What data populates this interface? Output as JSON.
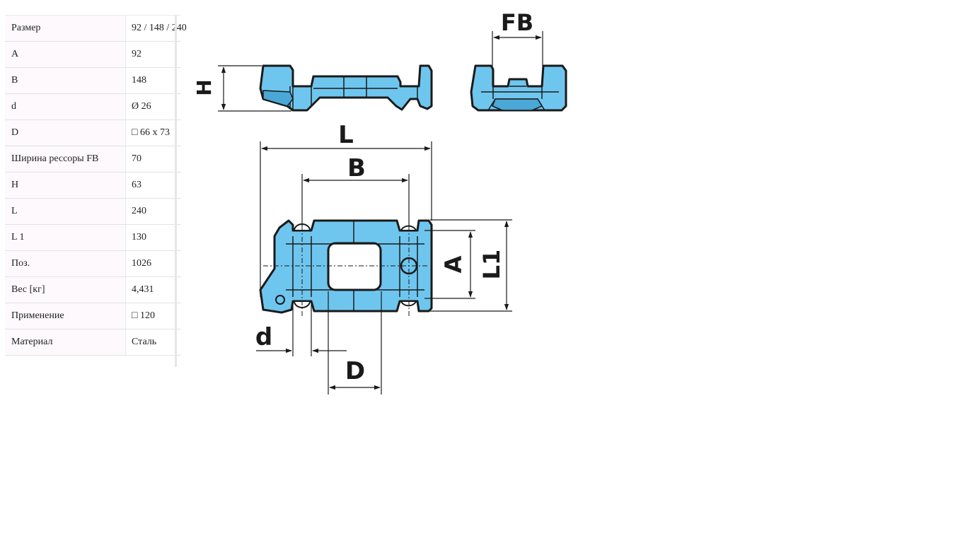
{
  "specs": [
    {
      "label": "Размер",
      "value": "92 / 148 / 240"
    },
    {
      "label": "A",
      "value": "92"
    },
    {
      "label": "B",
      "value": "148"
    },
    {
      "label": "d",
      "value": "Ø 26"
    },
    {
      "label": "D",
      "value": "□ 66 x 73"
    },
    {
      "label": "Ширина рессоры FB",
      "value": "70"
    },
    {
      "label": "H",
      "value": "63"
    },
    {
      "label": "L",
      "value": "240"
    },
    {
      "label": "L 1",
      "value": "130"
    },
    {
      "label": "Поз.",
      "value": "1026"
    },
    {
      "label": "Вес [кг]",
      "value": "4,431"
    },
    {
      "label": "Применение",
      "value": "□ 120"
    },
    {
      "label": "Материал",
      "value": "Сталь"
    }
  ],
  "drawing": {
    "labels": {
      "FB": "FB",
      "H": "H",
      "L": "L",
      "B": "B",
      "A": "A",
      "L1": "L1",
      "d": "d",
      "D": "D"
    },
    "colors": {
      "part_fill": "#6ec6ee",
      "outline": "#1a1a1a",
      "shade": "#4aa7d6"
    }
  }
}
